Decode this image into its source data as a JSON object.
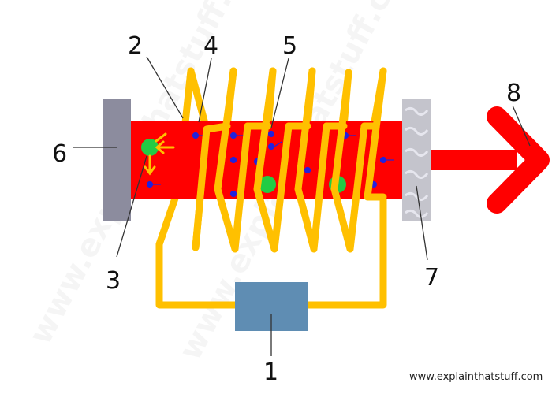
{
  "labels": {
    "l1": "1",
    "l2": "2",
    "l3": "3",
    "l4": "4",
    "l5": "5",
    "l6": "6",
    "l7": "7",
    "l8": "8"
  },
  "credit": "www.explainthatstuff.com",
  "watermark": "www.explainthatstuff.com",
  "colors": {
    "rod": "#ff0000",
    "coil": "#ffc000",
    "power_supply": "#5f8db3",
    "full_mirror": "#8c8c9e",
    "partial_mirror": "#c0c0c8",
    "atom": "#22cc44",
    "photon": "#2222dd",
    "beam": "#ff0000"
  }
}
